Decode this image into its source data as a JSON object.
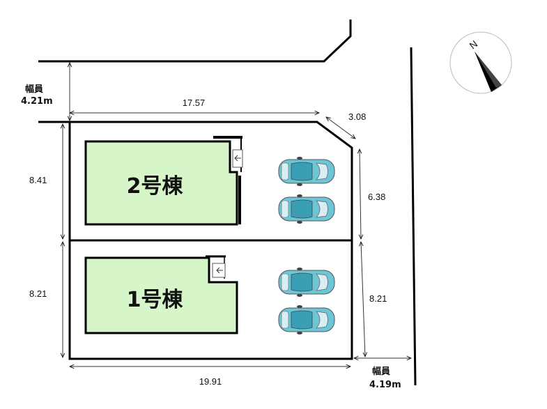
{
  "roads": {
    "top_width_label": "幅員",
    "top_width_value": "4.21m",
    "right_width_label": "幅員",
    "right_width_value": "4.19m"
  },
  "dimensions": {
    "top": "17.57",
    "corner": "3.08",
    "left_upper": "8.41",
    "left_lower": "8.21",
    "right_upper": "6.38",
    "right_lower": "8.21",
    "bottom": "19.91"
  },
  "buildings": {
    "building_2": "2号棟",
    "building_1": "1号棟"
  },
  "compass": {
    "north_label": "N"
  },
  "colors": {
    "building_fill": "#d6f5c8",
    "car_body": "#6cc6d6",
    "car_window": "#3a9fb4",
    "line": "#000000"
  },
  "icons": [
    "compass-icon",
    "car-icon",
    "entrance-arrow-icon"
  ]
}
